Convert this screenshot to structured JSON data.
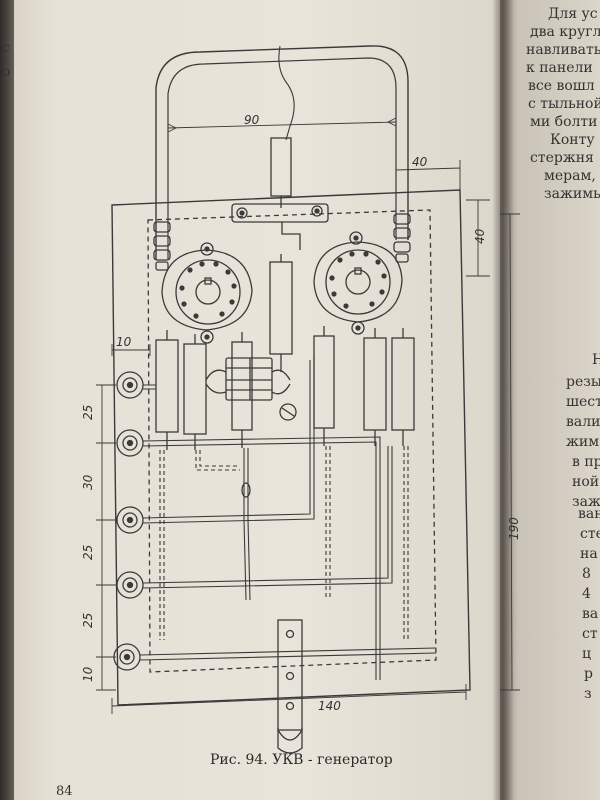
{
  "caption": "Рис. 94. УКВ - генератор",
  "page_number": "84",
  "dimensions": {
    "d90": "90",
    "d40_top": "40",
    "d40_right": "40",
    "d10_top": "10",
    "d25_a": "25",
    "d30": "30",
    "d25_b": "25",
    "d25_c": "25",
    "d10_bottom": "10",
    "d190": "190",
    "d140": "140"
  },
  "right_page_lines": [
    "Для ус",
    "два кругл",
    "навливать",
    "к панели",
    "все вошл",
    "с тыльной",
    "ми болти",
    "Конту",
    "стержня",
    "мерам,",
    "зажимы.",
    "Н",
    "резы",
    "шест",
    "вали",
    "жим",
    "в пр",
    "ной",
    "зажи",
    "ван",
    "сте",
    "на",
    "8",
    "4",
    "ва",
    "ст",
    "ц",
    "р",
    "з"
  ],
  "left_page_chars": [
    "с",
    "о"
  ]
}
